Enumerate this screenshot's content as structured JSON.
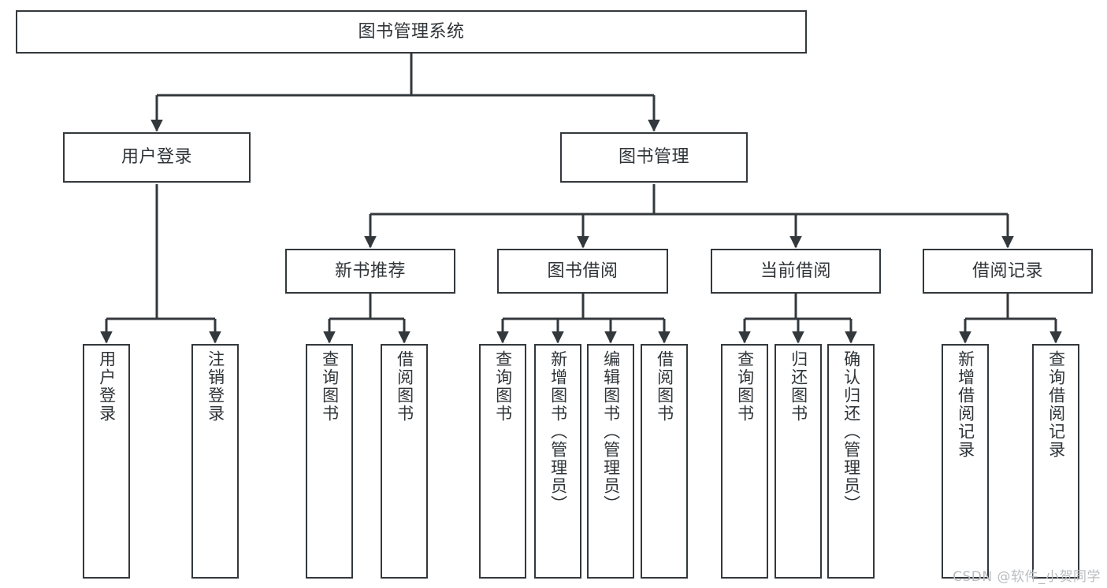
{
  "diagram": {
    "title": "图书管理系统",
    "type": "tree-hierarchy-chart",
    "watermark": "CSDN @软件_小贺同学",
    "colors": {
      "node_border": "#33383c",
      "node_fill": "#ffffff",
      "edge": "#33383c",
      "text": "#2f3438",
      "background": "#ffffff",
      "watermark": "#b9bcbf"
    },
    "levels": {
      "root": {
        "label": "图书管理系统"
      },
      "level2": [
        {
          "key": "user-login",
          "label": "用户登录"
        },
        {
          "key": "book-management",
          "label": "图书管理"
        }
      ],
      "level3": [
        {
          "key": "new-book-recommend",
          "label": "新书推荐"
        },
        {
          "key": "book-borrow",
          "label": "图书借阅"
        },
        {
          "key": "current-borrow",
          "label": "当前借阅"
        },
        {
          "key": "borrow-record",
          "label": "借阅记录"
        }
      ],
      "leaves": {
        "user-login": [
          {
            "key": "leaf-user-login",
            "label": "用户登录"
          },
          {
            "key": "leaf-user-logout",
            "label": "注销登录"
          }
        ],
        "new-book-recommend": [
          {
            "key": "leaf-query-book-1",
            "label": "查询图书"
          },
          {
            "key": "leaf-borrow-book-1",
            "label": "借阅图书"
          }
        ],
        "book-borrow": [
          {
            "key": "leaf-query-book-2",
            "label": "查询图书"
          },
          {
            "key": "leaf-add-book",
            "label": "新增图书（管理员）"
          },
          {
            "key": "leaf-edit-book",
            "label": "编辑图书（管理员）"
          },
          {
            "key": "leaf-borrow-book-2",
            "label": "借阅图书"
          }
        ],
        "current-borrow": [
          {
            "key": "leaf-query-book-3",
            "label": "查询图书"
          },
          {
            "key": "leaf-return-book",
            "label": "归还图书"
          },
          {
            "key": "leaf-confirm-return",
            "label": "确认归还（管理员）"
          }
        ],
        "borrow-record": [
          {
            "key": "leaf-add-record",
            "label": "新增借阅记录"
          },
          {
            "key": "leaf-query-record",
            "label": "查询借阅记录"
          }
        ]
      }
    }
  }
}
